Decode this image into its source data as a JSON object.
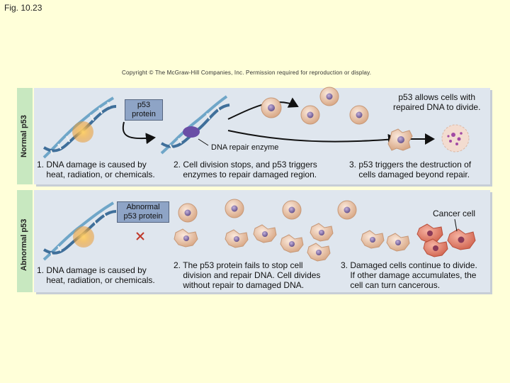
{
  "figure_label": "Fig. 10.23",
  "copyright": "Copyright © The McGraw-Hill Companies, Inc. Permission required for reproduction or display.",
  "rows": {
    "normal": {
      "label": "Normal p53",
      "protein_box": "p53\nprotein",
      "enzyme_label": "DNA repair enzyme",
      "divide_note": "p53 allows cells with\nrepaired DNA to divide.",
      "step1": "1. DNA damage is caused by\n    heat, radiation, or chemicals.",
      "step2": "2. Cell division stops, and p53 triggers\n    enzymes to repair damaged region.",
      "step3": "3. p53 triggers the destruction of\n    cells damaged beyond repair."
    },
    "abnormal": {
      "label": "Abnormal p53",
      "protein_box": "Abnormal\np53 protein",
      "cancer_label": "Cancer cell",
      "step1": "1. DNA damage is caused by\n    heat, radiation, or chemicals.",
      "step2": "2. The p53 protein fails to stop cell\n    division and repair DNA. Cell divides\n    without repair to damaged DNA.",
      "step3": "3. Damaged cells continue to divide.\n    If other damage accumulates, the\n    cell can turn cancerous."
    }
  },
  "colors": {
    "panel": "#dfe6ee",
    "label_stripe": "#c8e8c0",
    "cell": "#e6bfa2",
    "nucleus": "#8a6fa8",
    "cancer_cell": "#e07a66",
    "x_mark": "#c0392b"
  }
}
